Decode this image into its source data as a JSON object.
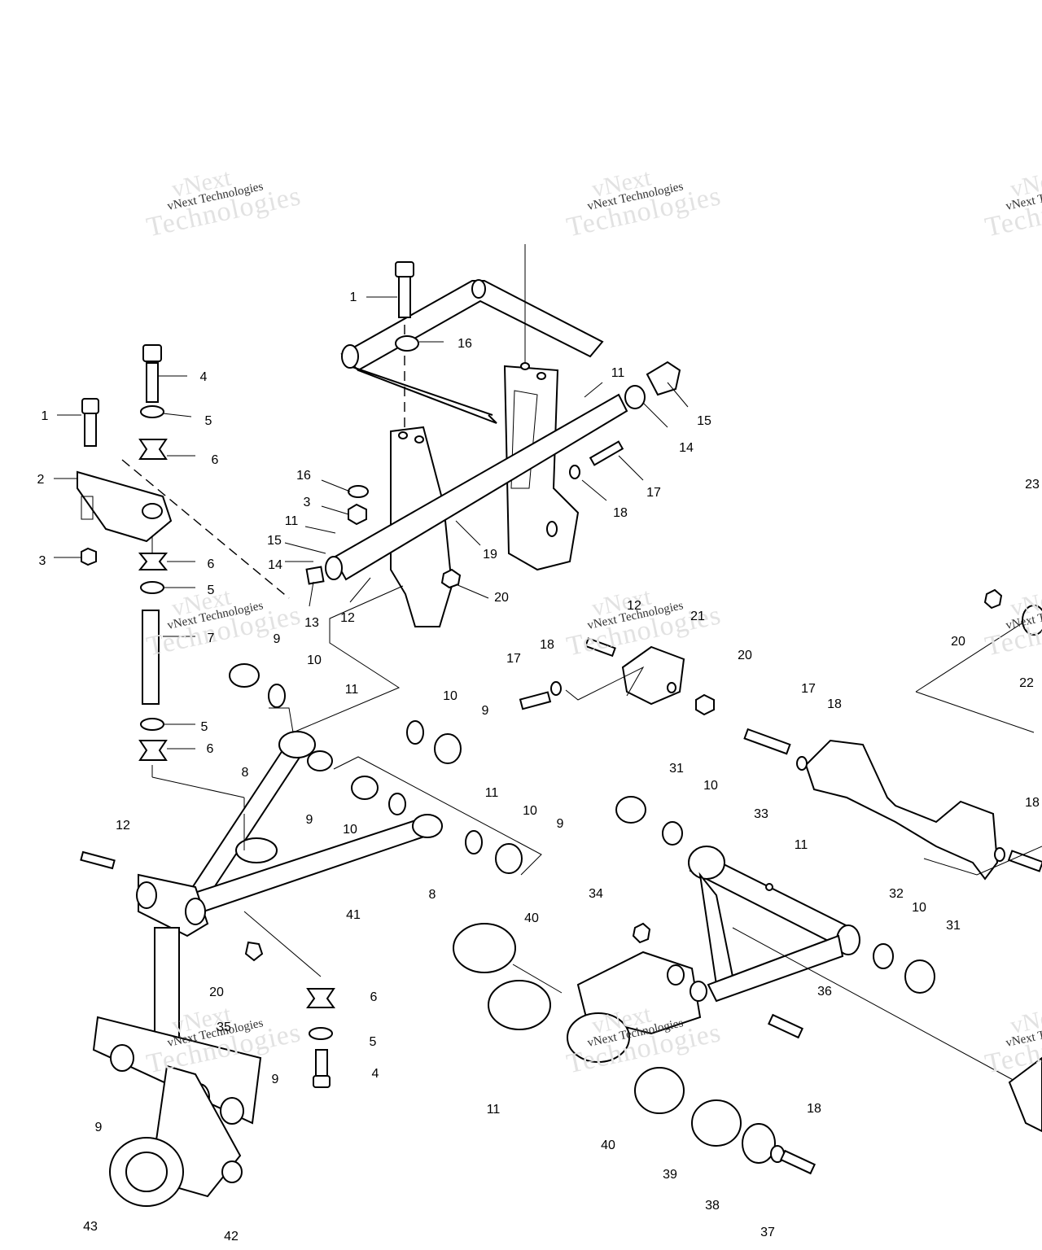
{
  "watermark": {
    "line1": "vNext",
    "line2": "vNext Technologies",
    "line3": "Technologies"
  },
  "callouts": [
    {
      "id": "c1a",
      "text": "1"
    },
    {
      "id": "c1b",
      "text": "1"
    },
    {
      "id": "c2",
      "text": "2"
    },
    {
      "id": "c3a",
      "text": "3"
    },
    {
      "id": "c3b",
      "text": "3"
    },
    {
      "id": "c4a",
      "text": "4"
    },
    {
      "id": "c4b",
      "text": "4"
    },
    {
      "id": "c5a",
      "text": "5"
    },
    {
      "id": "c5b",
      "text": "5"
    },
    {
      "id": "c5c",
      "text": "5"
    },
    {
      "id": "c5d",
      "text": "5"
    },
    {
      "id": "c6a",
      "text": "6"
    },
    {
      "id": "c6b",
      "text": "6"
    },
    {
      "id": "c6c",
      "text": "6"
    },
    {
      "id": "c6d",
      "text": "6"
    },
    {
      "id": "c7",
      "text": "7"
    },
    {
      "id": "c8a",
      "text": "8"
    },
    {
      "id": "c8b",
      "text": "8"
    },
    {
      "id": "c9a",
      "text": "9"
    },
    {
      "id": "c9b",
      "text": "9"
    },
    {
      "id": "c9c",
      "text": "9"
    },
    {
      "id": "c9d",
      "text": "9"
    },
    {
      "id": "c9e",
      "text": "9"
    },
    {
      "id": "c9f",
      "text": "9"
    },
    {
      "id": "c10a",
      "text": "10"
    },
    {
      "id": "c10b",
      "text": "10"
    },
    {
      "id": "c10c",
      "text": "10"
    },
    {
      "id": "c10d",
      "text": "10"
    },
    {
      "id": "c10e",
      "text": "10"
    },
    {
      "id": "c10f",
      "text": "10"
    },
    {
      "id": "c11a",
      "text": "11"
    },
    {
      "id": "c11b",
      "text": "11"
    },
    {
      "id": "c11c",
      "text": "11"
    },
    {
      "id": "c11d",
      "text": "11"
    },
    {
      "id": "c11e",
      "text": "11"
    },
    {
      "id": "c11f",
      "text": "11"
    },
    {
      "id": "c12a",
      "text": "12"
    },
    {
      "id": "c12b",
      "text": "12"
    },
    {
      "id": "c12c",
      "text": "12"
    },
    {
      "id": "c13",
      "text": "13"
    },
    {
      "id": "c14a",
      "text": "14"
    },
    {
      "id": "c14b",
      "text": "14"
    },
    {
      "id": "c15a",
      "text": "15"
    },
    {
      "id": "c15b",
      "text": "15"
    },
    {
      "id": "c16a",
      "text": "16"
    },
    {
      "id": "c16b",
      "text": "16"
    },
    {
      "id": "c17a",
      "text": "17"
    },
    {
      "id": "c17b",
      "text": "17"
    },
    {
      "id": "c17c",
      "text": "17"
    },
    {
      "id": "c18a",
      "text": "18"
    },
    {
      "id": "c18b",
      "text": "18"
    },
    {
      "id": "c18c",
      "text": "18"
    },
    {
      "id": "c18d",
      "text": "18"
    },
    {
      "id": "c18e",
      "text": "18"
    },
    {
      "id": "c19",
      "text": "19"
    },
    {
      "id": "c20a",
      "text": "20"
    },
    {
      "id": "c20b",
      "text": "20"
    },
    {
      "id": "c20c",
      "text": "20"
    },
    {
      "id": "c20d",
      "text": "20"
    },
    {
      "id": "c21",
      "text": "21"
    },
    {
      "id": "c22",
      "text": "22"
    },
    {
      "id": "c23",
      "text": "23"
    },
    {
      "id": "c31a",
      "text": "31"
    },
    {
      "id": "c31b",
      "text": "31"
    },
    {
      "id": "c32",
      "text": "32"
    },
    {
      "id": "c33",
      "text": "33"
    },
    {
      "id": "c34",
      "text": "34"
    },
    {
      "id": "c35",
      "text": "35"
    },
    {
      "id": "c36",
      "text": "36"
    },
    {
      "id": "c37",
      "text": "37"
    },
    {
      "id": "c38",
      "text": "38"
    },
    {
      "id": "c39",
      "text": "39"
    },
    {
      "id": "c40a",
      "text": "40"
    },
    {
      "id": "c40b",
      "text": "40"
    },
    {
      "id": "c41",
      "text": "41"
    },
    {
      "id": "c42",
      "text": "42"
    },
    {
      "id": "c43",
      "text": "43"
    }
  ]
}
